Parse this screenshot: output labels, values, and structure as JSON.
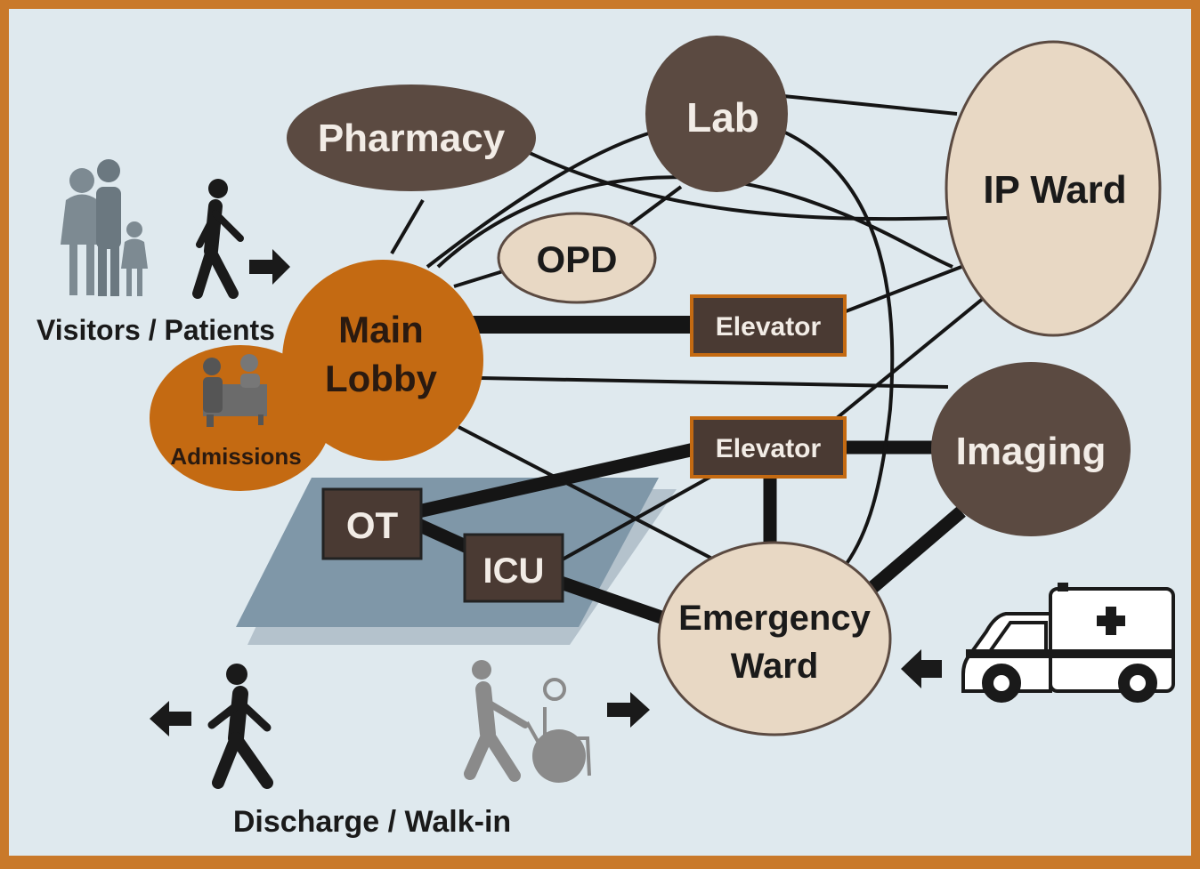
{
  "nodes": {
    "pharmacy": "Pharmacy",
    "lab": "Lab",
    "opd": "OPD",
    "ip_ward": "IP Ward",
    "main_lobby_line1": "Main",
    "main_lobby_line2": "Lobby",
    "admissions": "Admissions",
    "elevator_top": "Elevator",
    "elevator_bottom": "Elevator",
    "imaging": "Imaging",
    "ot": "OT",
    "icu": "ICU",
    "emergency_line1": "Emergency",
    "emergency_line2": "Ward"
  },
  "labels": {
    "visitors": "Visitors / Patients",
    "discharge": "Discharge / Walk-in"
  },
  "icons": [
    "family-icon",
    "walking-person-icon",
    "arrow-right-icon",
    "admissions-desk-icon",
    "arrow-left-icon",
    "wheelchair-icon",
    "ambulance-icon"
  ],
  "colors": {
    "background": "#dfe9ee",
    "frame": "#c9792a",
    "dark_node": "#5b4a41",
    "light_node": "#e8d8c4",
    "lobby": "#c46a12",
    "box": "#4a3a33",
    "box_border": "#c46a12",
    "line": "#151515",
    "platform": "#7f97a8"
  }
}
